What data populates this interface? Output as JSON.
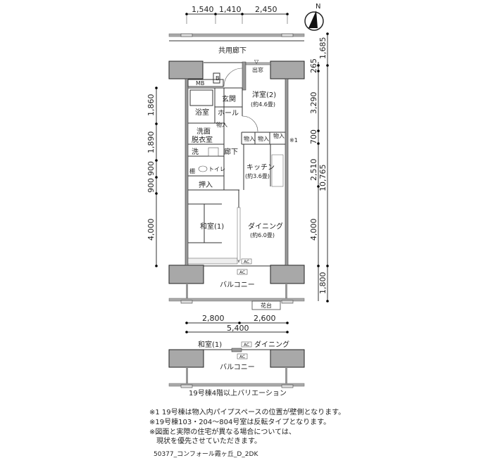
{
  "compass": {
    "label": "N"
  },
  "dimensions": {
    "top": [
      "1,540",
      "1,410",
      "2,450"
    ],
    "left": [
      "1,860",
      "1,890",
      "900",
      "900",
      "4,000"
    ],
    "right": [
      "1,685",
      "265",
      "3,290",
      "700",
      "2,510",
      "4,000",
      "1,800"
    ],
    "right_total": "10,765",
    "bottom": [
      "2,800",
      "2,600"
    ],
    "bottom_total": "5,400"
  },
  "rooms": {
    "corridor": "共用廊下",
    "mb": "MB",
    "b": "B",
    "door": "出窓",
    "entrance": "玄関",
    "western_room": "洋室(2)",
    "western_size": "(約4.6畳)",
    "bath": "浴室",
    "hall": "ホール",
    "storage_small": "物入",
    "washroom_1": "洗面",
    "washroom_2": "脱衣室",
    "storage_a": "物入",
    "storage_b": "物入",
    "storage_c": "物入",
    "note_mark": "※1",
    "washer": "洗",
    "hallway": "廊下",
    "shelf": "棚",
    "toilet": "トイレ",
    "kitchen": "キッチン",
    "kitchen_size": "(約3.6畳)",
    "closet": "押入",
    "japanese_room": "和室(1)",
    "dining": "ダイニング",
    "dining_size": "(約6.0畳)",
    "ac1": "AC",
    "ac2": "AC",
    "balcony": "バルコニー",
    "flower_bed": "花台"
  },
  "variation": {
    "japanese_room": "和室(1)",
    "ac1": "AC",
    "dining": "ダイニング",
    "ac2": "AC",
    "balcony": "バルコニー",
    "caption": "19号棟4階以上バリエーション"
  },
  "notes": [
    "※1 19号棟は物入内パイプスペースの位置が壁側となります。",
    "※19号棟103・204〜804号室は反転タイプとなります。",
    "※図面と実際の住宅が異なる場合については、",
    "　現状を優先させていただきます。"
  ],
  "footer": "50377_コンフォール霞ヶ丘_D_2DK"
}
